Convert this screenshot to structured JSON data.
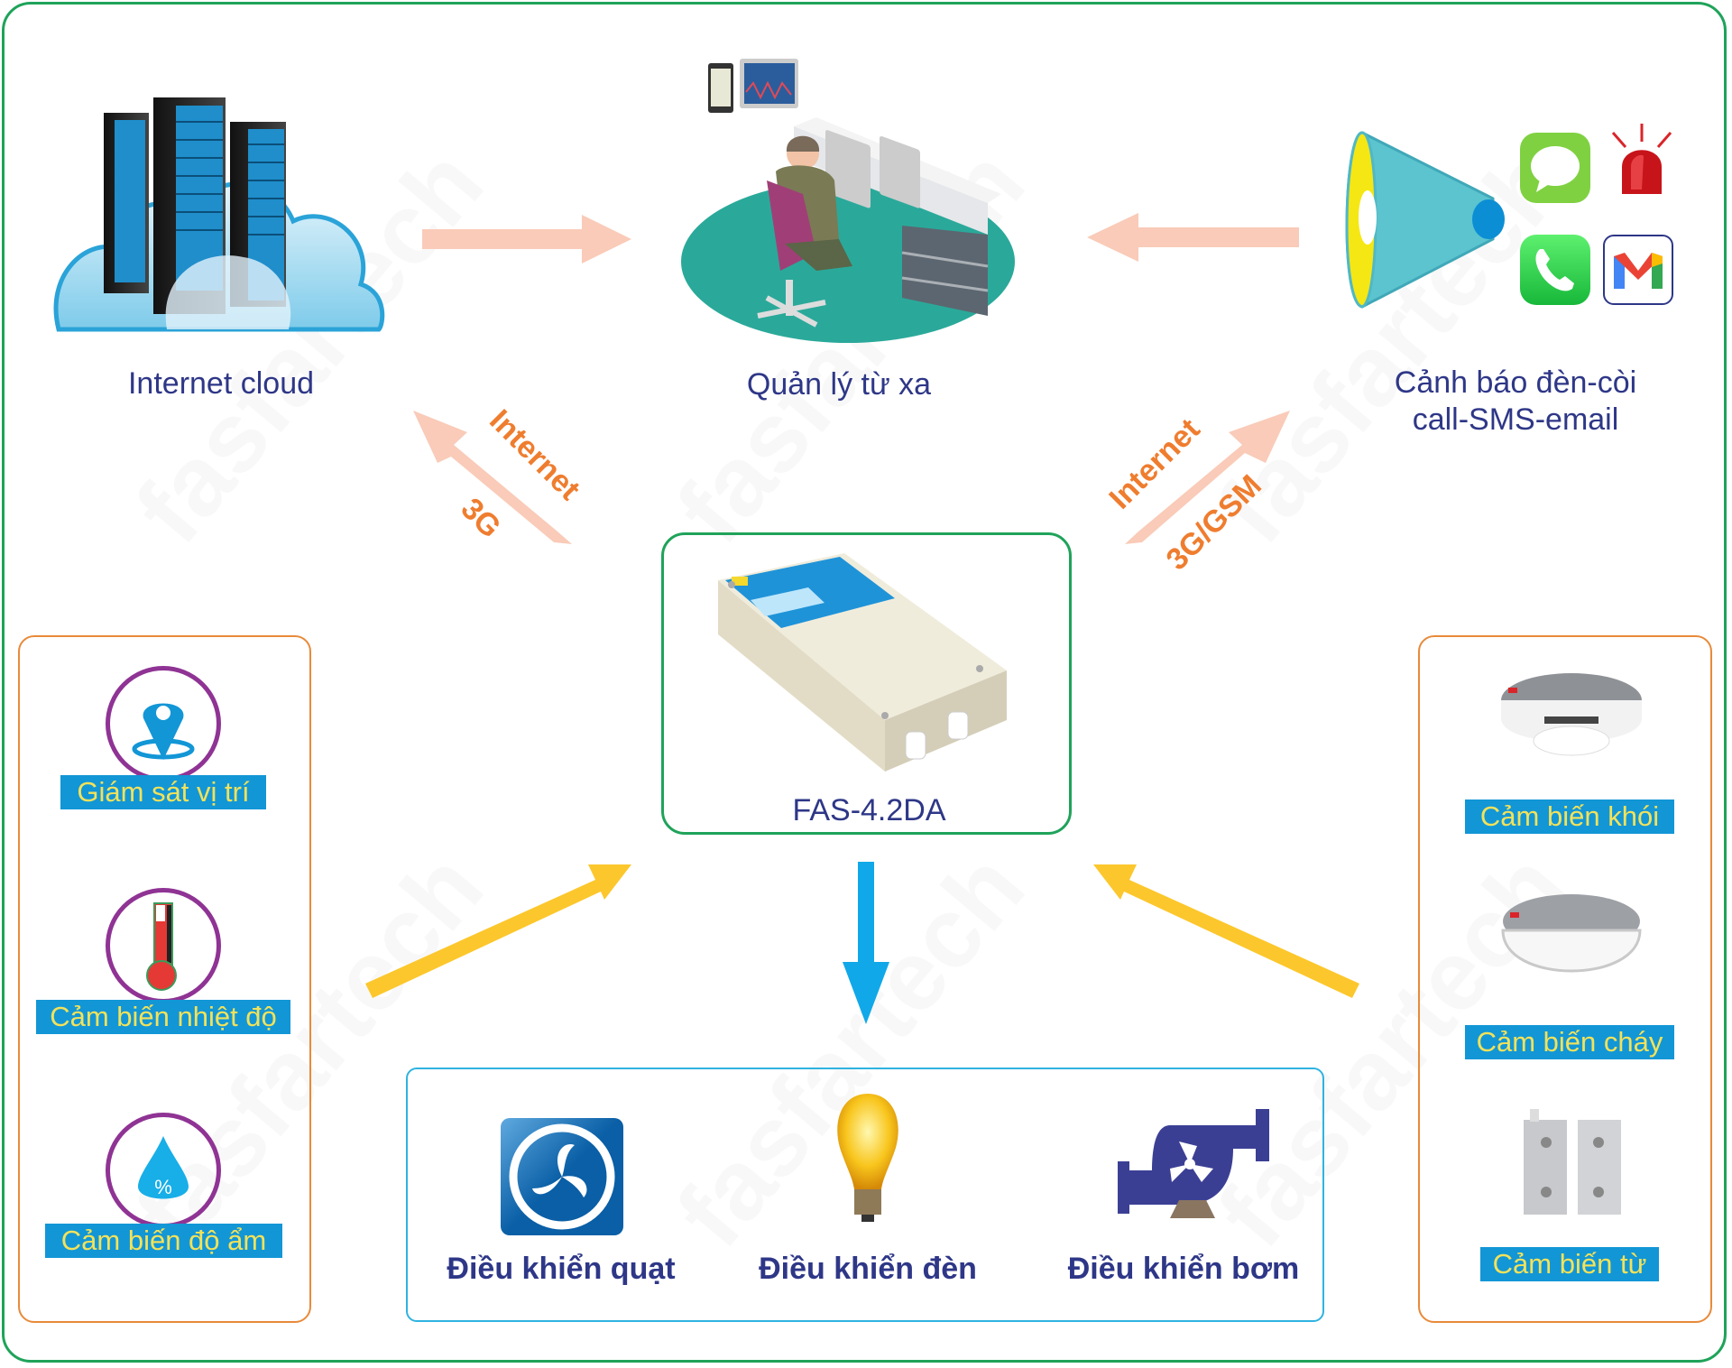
{
  "nodes": {
    "cloud": {
      "label": "Internet cloud"
    },
    "remote": {
      "label": "Quản lý từ xa"
    },
    "alert": {
      "label_line1": "Cảnh báo đèn-còi",
      "label_line2": "call-SMS-email"
    },
    "device": {
      "label": "FAS-4.2DA"
    }
  },
  "links": {
    "left": {
      "line1": "Internet",
      "line2": "3G"
    },
    "right": {
      "line1": "Internet",
      "line2": "3G/GSM"
    }
  },
  "inputs_left": [
    {
      "label": "Giám sát vị trí",
      "icon": "location-pin-icon"
    },
    {
      "label": "Cảm biến nhiệt độ",
      "icon": "thermometer-icon"
    },
    {
      "label": "Cảm biến độ ẩm",
      "icon": "humidity-drop-icon",
      "symbol": "%"
    }
  ],
  "inputs_right": [
    {
      "label": "Cảm biến khói",
      "icon": "smoke-detector-icon"
    },
    {
      "label": "Cảm biến cháy",
      "icon": "heat-detector-icon"
    },
    {
      "label": "Cảm biến từ",
      "icon": "magnetic-sensor-icon"
    }
  ],
  "outputs": [
    {
      "label": "Điều khiển quạt",
      "icon": "fan-icon"
    },
    {
      "label": "Điều khiển đèn",
      "icon": "light-bulb-icon"
    },
    {
      "label": "Điều khiển bơm",
      "icon": "pump-icon"
    }
  ],
  "watermark": "fasfartech",
  "colors": {
    "frame": "#1fa35a",
    "title_text": "#2e3787",
    "tag_bg": "#1296d6",
    "tag_text": "#f3e25a",
    "network_arrow": "#f9cbb8",
    "network_text": "#ef7d2f",
    "input_arrow": "#fcc72c",
    "output_arrow": "#10a8e8",
    "panel_border": "#e88a3a"
  }
}
